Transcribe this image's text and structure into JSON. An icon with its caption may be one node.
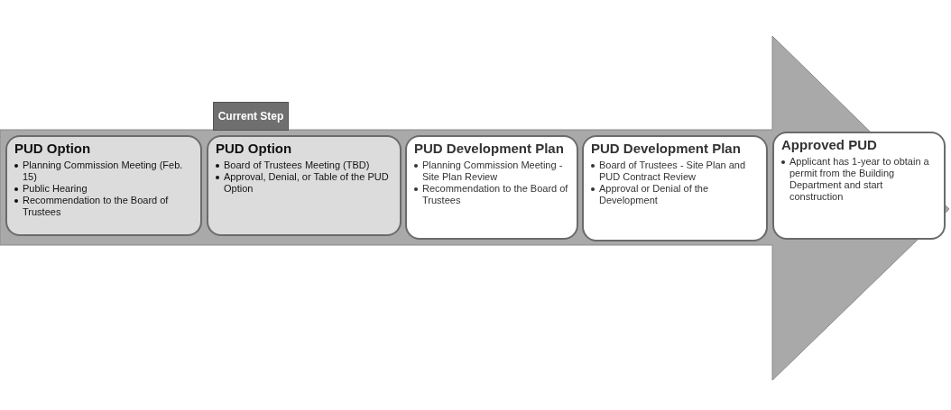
{
  "diagram": {
    "nodes": [
      {
        "text": [
          "PUD Option",
          "Planning Commission Meeting (Feb. 15)",
          "Public Hearing",
          "Recommendation to the Board of Trustees"
        ]
      },
      {
        "text": [
          "PUD Option",
          "Board of Trustees Meeting (TBD)",
          "Approval, Denial, or Table of the PUD Option"
        ]
      },
      {
        "text": [
          "PUD Development Plan",
          "Planning Commission Meeting - Site Plan Review",
          "Recommendation to the Board of Trustees"
        ]
      },
      {
        "text": [
          "PUD Development Plan",
          "Board of Trustees - Site Plan and PUD Contract Review",
          "Approval or Denial of the Development"
        ]
      },
      {
        "text": [
          "Approved PUD",
          "Applicant has 1-year to obtain a permit from the Building Department and start construction"
        ]
      },
      {
        "text": [
          "Current Step"
        ]
      }
    ],
    "edges": [
      {
        "from": 0,
        "to": 4,
        "arrow": "to",
        "style": "thick"
      }
    ]
  }
}
